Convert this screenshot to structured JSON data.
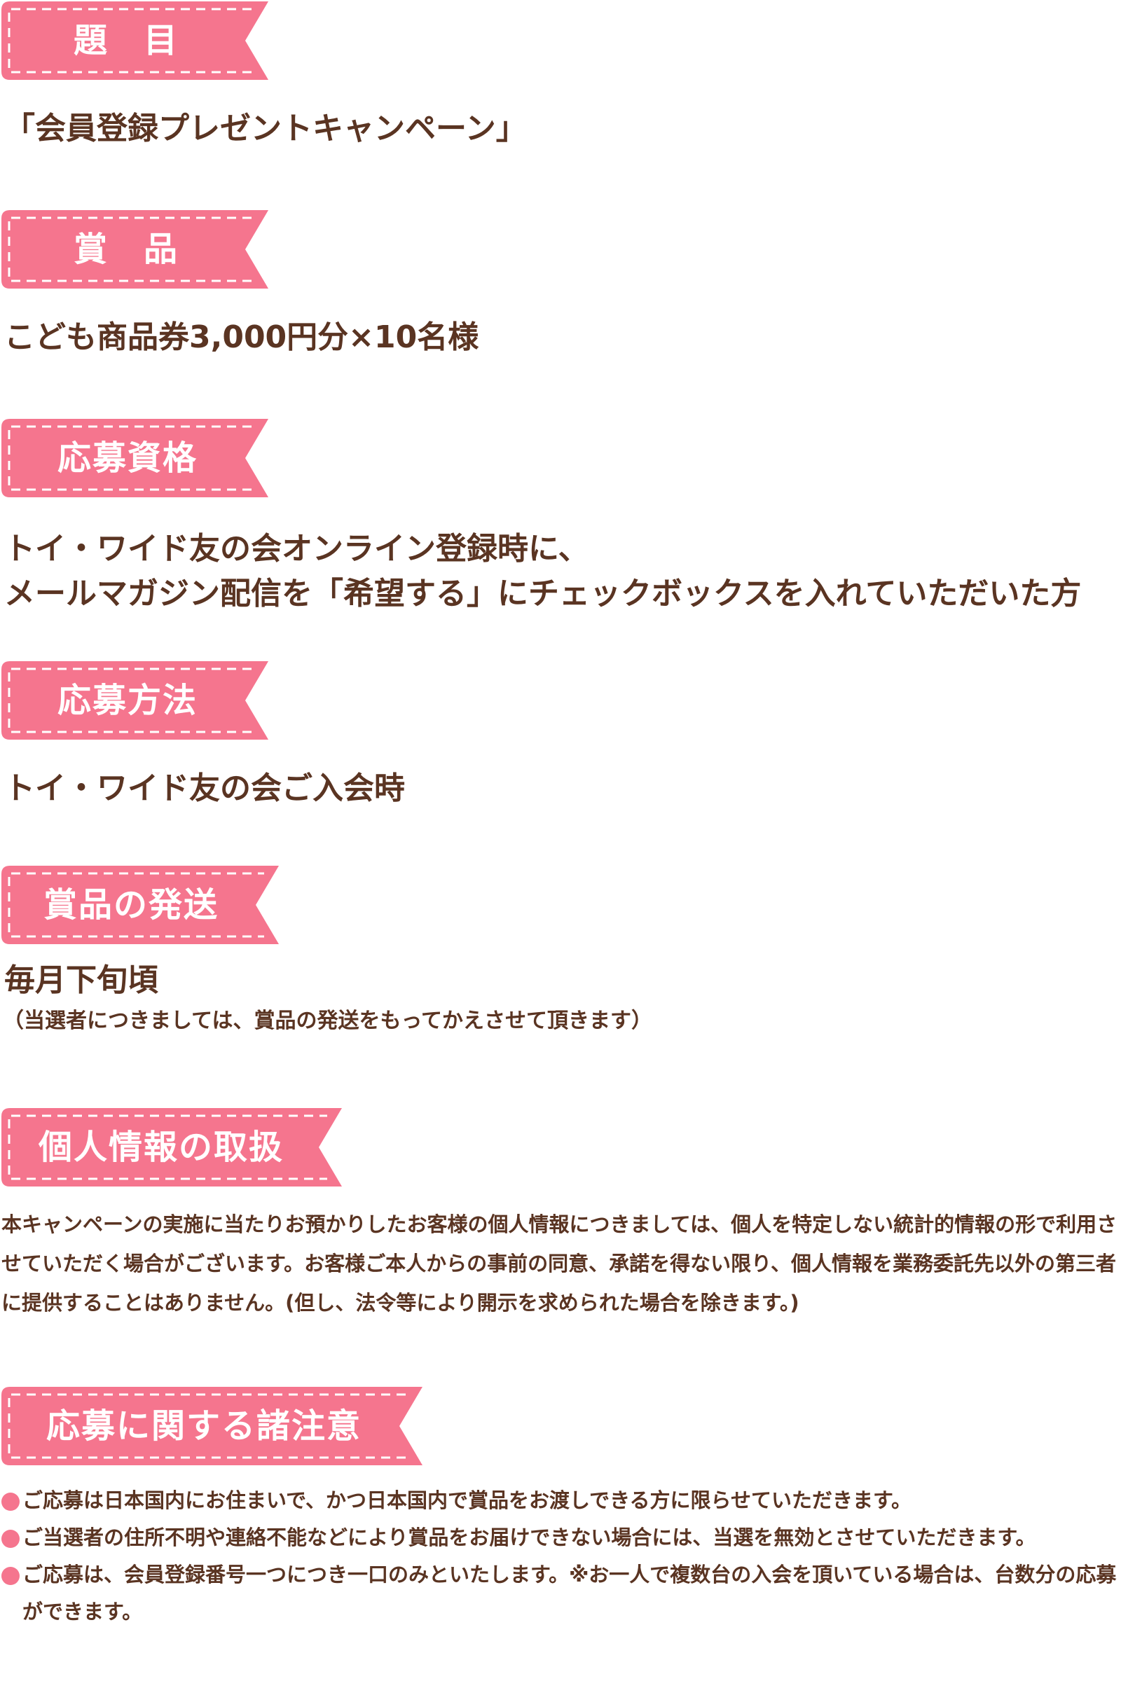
{
  "colors": {
    "ribbon_fill": "#f5758e",
    "ribbon_stitch": "#ffffff",
    "text": "#5a3422",
    "bullet": "#f5758e"
  },
  "sections": {
    "title": {
      "label": "題　目",
      "body": "「会員登録プレゼントキャンペーン」"
    },
    "prize": {
      "label": "賞　品",
      "body": "こども商品券3,000円分×10名様"
    },
    "eligibility": {
      "label": "応募資格",
      "body": "トイ・ワイド友の会オンライン登録時に、\nメールマガジン配信を「希望する」にチェックボックスを入れていただいた方"
    },
    "method": {
      "label": "応募方法",
      "body": "トイ・ワイド友の会ご入会時"
    },
    "shipping": {
      "label": "賞品の発送",
      "body": "毎月下旬頃",
      "note": "（当選者につきましては、賞品の発送をもってかえさせて頂きます）"
    },
    "privacy": {
      "label": "個人情報の取扱",
      "body": "本キャンペーンの実施に当たりお預かりしたお客様の個人情報につきましては、個人を特定しない統計的情報の形で利用させていただく場合がございます。お客様ご本人からの事前の同意、承諾を得ない限り、個人情報を業務委託先以外の第三者に提供することはありません。(但し、法令等により開示を求められた場合を除きます。)"
    },
    "notes": {
      "label": "応募に関する諸注意",
      "items": [
        "ご応募は日本国内にお住まいで、かつ日本国内で賞品をお渡しできる方に限らせていただきます。",
        "ご当選者の住所不明や連絡不能などにより賞品をお届けできない場合には、当選を無効とさせていただきます。",
        "ご応募は、会員登録番号一つにつき一口のみといたします。※お一人で複数台の入会を頂いている場合は、台数分の応募ができます。"
      ]
    }
  }
}
